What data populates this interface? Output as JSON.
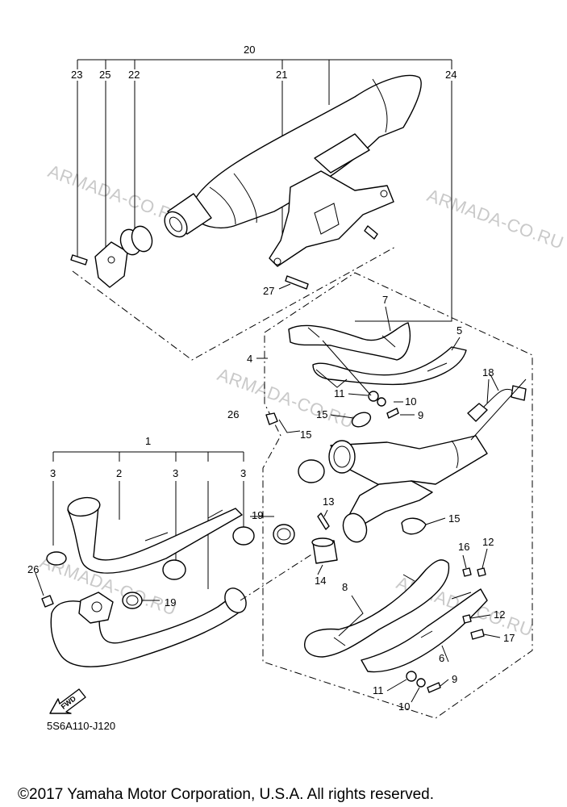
{
  "diagram": {
    "callouts": {
      "c1": "1",
      "c2": "2",
      "c3a": "3",
      "c3b": "3",
      "c3c": "3",
      "c4": "4",
      "c5": "5",
      "c6": "6",
      "c7": "7",
      "c8": "8",
      "c9a": "9",
      "c9b": "9",
      "c10a": "10",
      "c10b": "10",
      "c11a": "11",
      "c11b": "11",
      "c12a": "12",
      "c12b": "12",
      "c13": "13",
      "c14": "14",
      "c15a": "15",
      "c15b": "15",
      "c15c": "15",
      "c16": "16",
      "c17": "17",
      "c18": "18",
      "c19a": "19",
      "c19b": "19",
      "c20": "20",
      "c21": "21",
      "c22": "22",
      "c23": "23",
      "c24": "24",
      "c25": "25",
      "c26a": "26",
      "c26b": "26",
      "c27": "27"
    },
    "watermark": "ARMADA-CO.RU",
    "fwd_label": "FWD",
    "diagram_code": "5S6A110-J120",
    "copyright": "©2017 Yamaha Motor Corporation, U.S.A. All rights reserved."
  }
}
